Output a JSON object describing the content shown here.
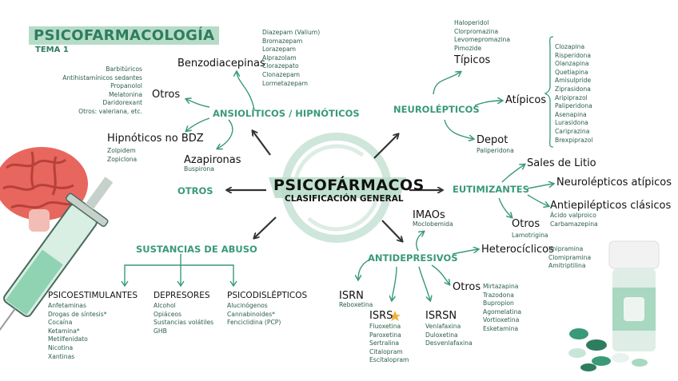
{
  "header": {
    "title": "PSICOFARMACOLOGÍA",
    "subtitle": "TEMA 1"
  },
  "center": {
    "title": "PSICOFÁRMACOS",
    "subtitle": "CLASIFICACIÓN GENERAL"
  },
  "ansioliticos": {
    "label": "ANSIOLÍTICOS / HIPNÓTICOS",
    "benzo": {
      "label": "Benzodiacepinas",
      "items": [
        "Diazepam (Valium)",
        "Bromazepam",
        "Lorazepam",
        "Alprazolam",
        "Clorazepato",
        "Clonazepam",
        "Lormetazepam"
      ]
    },
    "otros": {
      "label": "Otros",
      "items": [
        "Barbitúricos",
        "Antihistamínicos sedantes",
        "Propanolol",
        "Melatonina",
        "Daridorexant",
        "Otros: valeriana, etc."
      ]
    },
    "hipnoticos": {
      "label": "Hipnóticos no BDZ",
      "items": [
        "Zolpidem",
        "Zopiclona"
      ]
    },
    "azapironas": {
      "label": "Azapironas",
      "items": [
        "Buspirona"
      ]
    }
  },
  "otros_cat": {
    "label": "OTROS"
  },
  "abuso": {
    "label": "SUSTANCIAS DE ABUSO",
    "psicoestimulantes": {
      "label": "PSICOESTIMULANTES",
      "items": [
        "Anfetaminas",
        "Drogas de síntesis*",
        "Cocaína",
        "Ketamina*",
        "Metilfenidato",
        "Nicotina",
        "Xantinas"
      ]
    },
    "depresores": {
      "label": "DEPRESORES",
      "items": [
        "Alcohol",
        "Opiáceos",
        "Sustancias volátiles",
        "GHB"
      ]
    },
    "psicodislepticos": {
      "label": "PSICODISLÉPTICOS",
      "items": [
        "Alucinógenos",
        "Cannabinoides*",
        "Fenciclidina (PCP)"
      ]
    }
  },
  "neurolepticos": {
    "label": "NEUROLÉPTICOS",
    "tipicos": {
      "label": "Típicos",
      "items": [
        "Haloperidol",
        "Clorpromazina",
        "Levomepromazina",
        "Pimozide"
      ]
    },
    "atipicos": {
      "label": "Atípicos",
      "items": [
        "Clozapina",
        "Risperidona",
        "Olanzapina",
        "Quetiapina",
        "Amisulpride",
        "Ziprasidona",
        "Aripiprazol",
        "Paliperidona",
        "Asenapina",
        "Lurasidona",
        "Cariprazina",
        "Brexpiprazol"
      ]
    },
    "depot": {
      "label": "Depot",
      "items": [
        "Paliperidona"
      ]
    }
  },
  "eutimizantes": {
    "label": "EUTIMIZANTES",
    "litio": {
      "label": "Sales de Litio"
    },
    "neuro_atipicos": {
      "label": "Neurolépticos atípicos"
    },
    "antiepilepticos": {
      "label": "Antiepilépticos clásicos",
      "items": [
        "Ácido valproico",
        "Carbamazepina"
      ]
    },
    "otros": {
      "label": "Otros",
      "items": [
        "Lamotrigina"
      ]
    }
  },
  "antidepresivos": {
    "label": "ANTIDEPRESIVOS",
    "imaos": {
      "label": "IMAOs",
      "items": [
        "Moclobemida"
      ]
    },
    "heterociclicos": {
      "label": "Heterocíclicos",
      "items": [
        "Imipramina",
        "Clomipramina",
        "Amitriptilina"
      ]
    },
    "isrn": {
      "label": "ISRN",
      "items": [
        "Reboxetina"
      ]
    },
    "isrs": {
      "label": "ISRS",
      "items": [
        "Fluoxetina",
        "Paroxetina",
        "Sertralina",
        "Citalopram",
        "Escitalopram"
      ]
    },
    "isrsn": {
      "label": "ISRSN",
      "items": [
        "Venlafaxina",
        "Duloxetina",
        "Desvenlafaxina"
      ]
    },
    "otros": {
      "label": "Otros",
      "items": [
        "Mirtazapina",
        "Trazodona",
        "Bupropion",
        "Agomelatina",
        "Vortioxetina",
        "Esketamina"
      ]
    }
  },
  "colors": {
    "accent": "#3a9a78",
    "dark": "#2a5e4a",
    "title_bg": "#b6dcc8",
    "arrow": "#333333"
  }
}
